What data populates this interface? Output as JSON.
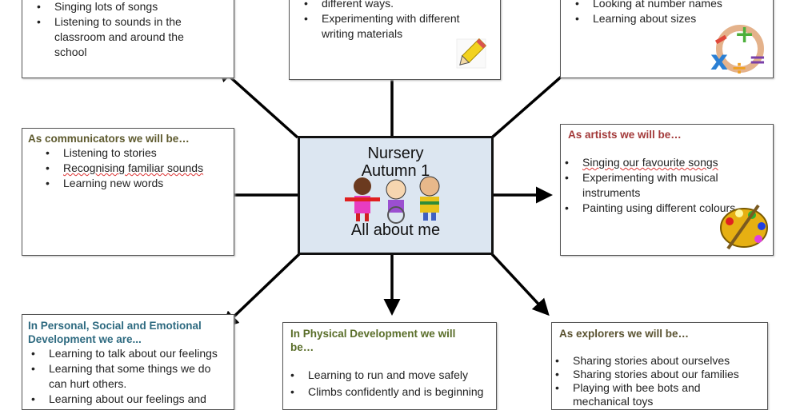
{
  "center": {
    "line1": "Nursery",
    "line2": "Autumn 1",
    "subtitle": "All about me"
  },
  "boxes": {
    "top_left": {
      "items": [
        "Singing lots of songs",
        "Listening to sounds in the classroom and around the school"
      ]
    },
    "top_center": {
      "items": [
        "different ways.",
        "Experimenting with different writing materials"
      ]
    },
    "top_right": {
      "items": [
        "Looking at number names",
        "Learning about sizes"
      ]
    },
    "communicators": {
      "heading": "As communicators we will be…",
      "items": [
        "Listening to stories",
        "Recognising familiar sounds",
        "Learning new words"
      ]
    },
    "artists": {
      "heading": "As artists we will be…",
      "items": [
        "Singing our favourite songs",
        "Experimenting with musical instruments",
        "Painting using different colours"
      ]
    },
    "psed": {
      "heading": "In Personal, Social and Emotional Development we are...",
      "items": [
        "Learning to talk about our feelings",
        "Learning that some things we do can hurt others.",
        "Learning about our feelings and"
      ]
    },
    "physical": {
      "heading": "In Physical Development we will be…",
      "items": [
        "Learning to run and move safely",
        "Climbs confidently and is beginning"
      ]
    },
    "explorers": {
      "heading": "As explorers we will be…",
      "items": [
        "Sharing stories about ourselves",
        "Sharing stories about our families",
        "Playing with bee bots and mechanical toys"
      ]
    }
  },
  "colors": {
    "communicators": "#5e5a2e",
    "artists": "#a33a3a",
    "psed": "#2e6a80",
    "physical": "#5a6e2a",
    "explorers": "#5a5230",
    "center_bg": "#dce6f1"
  }
}
